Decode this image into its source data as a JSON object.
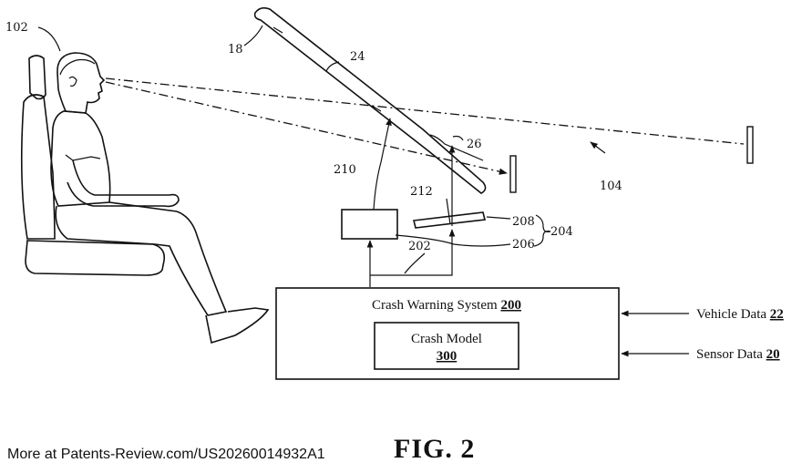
{
  "figure_label": "FIG. 2",
  "footer": "More at Patents-Review.com/US20260014932A1",
  "refs": {
    "occupant": "102",
    "windshield": "18",
    "windshield_upper": "24",
    "windshield_lower": "26",
    "beam_210": "210",
    "beam_212": "212",
    "connector": "202",
    "display_assembly": "204",
    "display_208": "208",
    "display_206": "206",
    "virtual_image": "104"
  },
  "system_box": {
    "title": "Crash Warning System",
    "number": "200"
  },
  "model_box": {
    "title": "Crash Model",
    "number": "300"
  },
  "inputs": [
    {
      "label": "Vehicle Data",
      "number": "22"
    },
    {
      "label": "Sensor Data",
      "number": "20"
    }
  ]
}
